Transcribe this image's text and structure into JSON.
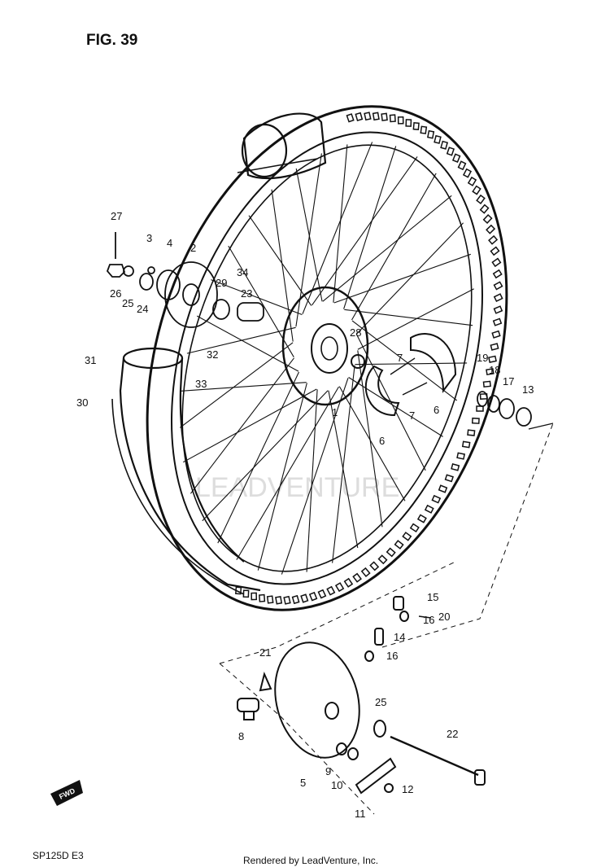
{
  "figure_title": "FIG. 39",
  "model_code": "SP125D  E3",
  "credit": "Rendered by LeadVenture, Inc.",
  "watermark": "LEADVENTURE",
  "fwd_label": "FWD",
  "callouts": {
    "c1": "1",
    "c2": "2",
    "c3": "3",
    "c4": "4",
    "c5": "5",
    "c6a": "6",
    "c6b": "6",
    "c7a": "7",
    "c7b": "7",
    "c8": "8",
    "c9": "9",
    "c10": "10",
    "c11": "11",
    "c12": "12",
    "c13": "13",
    "c14": "14",
    "c15": "15",
    "c16a": "16",
    "c16b": "16",
    "c17": "17",
    "c18": "18",
    "c19": "19",
    "c20": "20",
    "c21": "21",
    "c22": "22",
    "c23": "23",
    "c24": "24",
    "c25a": "25",
    "c25b": "25",
    "c26": "26",
    "c27": "27",
    "c28": "28",
    "c29": "29",
    "c30": "30",
    "c31": "31",
    "c32": "32",
    "c33": "33",
    "c34": "34"
  }
}
